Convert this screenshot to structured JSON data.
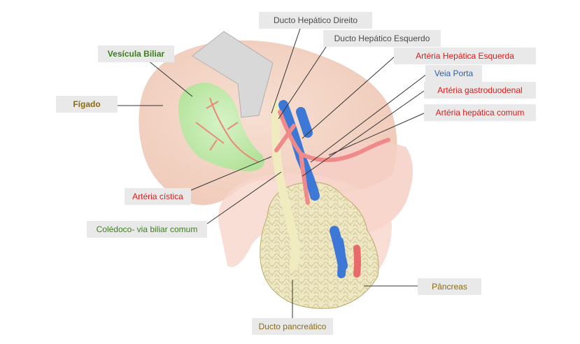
{
  "labels": {
    "ducto_hepatico_direito": "Ducto Hepático Direito",
    "ducto_hepatico_esquerdo": "Ducto Hepático Esquerdo",
    "arteria_hepatica_esquerda": "Artéria Hepática Esquerda",
    "veia_porta": "Veia Porta",
    "arteria_gastroduodenal": "Artéria gastroduodenal",
    "arteria_hepatica_comum": "Artéria hepática comum",
    "vesicula_biliar": "Vesícula Biliar",
    "figado": "Fígado",
    "arteria_cistica": "Artéria cística",
    "coledoco": "Colédoco- via biliar comum",
    "pancreas": "Pâncreas",
    "ducto_pancreatico": "Ducto pancreático"
  },
  "colors": {
    "liver": "#f6dcd0",
    "gallbladder": "#c9ecb6",
    "portal_vein": "#3d78d6",
    "artery": "#f08a8a",
    "bile_duct": "#f1ecc0",
    "pancreas": "#efe8c4",
    "leader_line": "#333333"
  }
}
